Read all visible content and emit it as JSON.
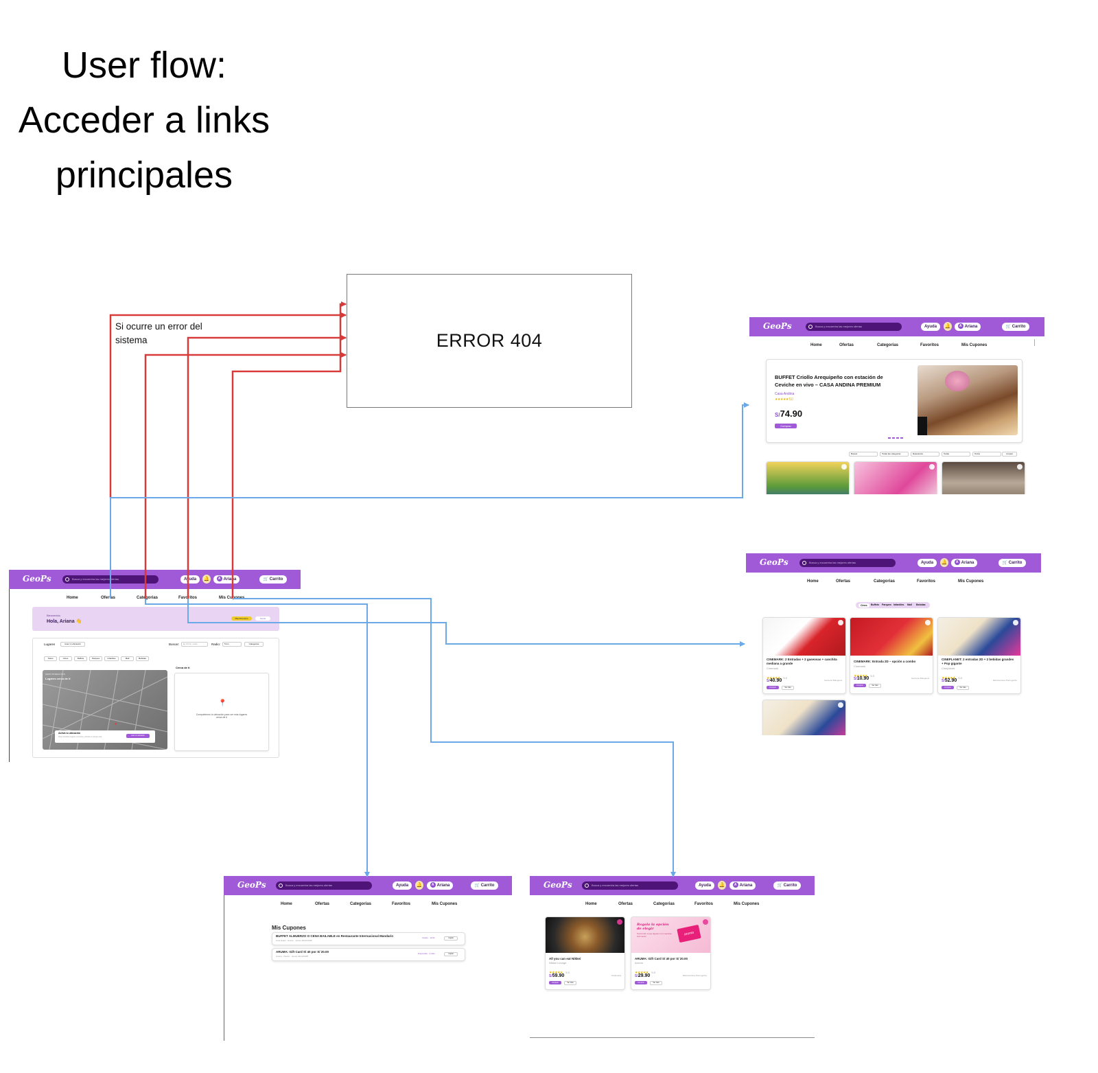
{
  "title": {
    "lines": [
      "User flow:",
      "Acceder a links",
      "principales"
    ]
  },
  "error_box": {
    "label": "ERROR 404"
  },
  "error_note": {
    "text": "Si ocurre un error del sistema"
  },
  "colors": {
    "brand": "#a05ad8",
    "brand_dark": "#4e1478",
    "error_arrow": "#d83a3a",
    "flow_arrow": "#6aa8e8"
  },
  "app": {
    "logo": "GeoPs",
    "search_placeholder": "Busca y encuentra las mejores ofertas",
    "help": "Ayuda",
    "user": "Ariana",
    "user_initial": "A",
    "cart": "Carrito",
    "nav": [
      "Home",
      "Ofertas",
      "Categorias",
      "Favoritos",
      "Mis Cupones"
    ]
  },
  "home": {
    "welcome": "Bienvenido",
    "greeting": "Hola, Ariana 👋",
    "badge": "Plan Premium",
    "logout": "Cerrar",
    "places_label": "Lugares",
    "use_location": "Usar mi ubicación",
    "search_label": "Buscar:",
    "search_ph": "Ej: Pizza, sushi...",
    "radius_label": "Radio:",
    "radius_value": "5 km",
    "categories_btn": "Categorías",
    "filters": [
      "Todos",
      "Cines",
      "Buffets",
      "Parques",
      "Infantiles",
      "Mall",
      "Bebidas"
    ],
    "map_tag": "MAPA INTERACTIVO",
    "map_title": "Lugares cerca de ti",
    "near_title": "Cerca de ti",
    "activate_title": "Activa tu ubicación",
    "activate_text": "Para mostrarte lugares cercanos y ofertas en tiempo real",
    "activate_btn": "Usar mi ubicación",
    "near_text": "Compártenos tu ubicación para ver más lugares cerca de ti"
  },
  "offers": {
    "hero_title": "BUFFET Criollo Arequipeño con estación de Ceviche en vivo – CASA ANDINA PREMIUM",
    "hero_place": "Casa Andina",
    "hero_rating": "★★★★★ 5.0",
    "hero_currency": "S/",
    "hero_price": "74.90",
    "hero_btn": "Comprar",
    "filters": [
      "Buscar",
      "Todas las categorías",
      "Relevancia",
      "Todas",
      "Todos",
      "Limpiar"
    ]
  },
  "categories": {
    "tabs": [
      "Cines",
      "Buffets",
      "Parques",
      "Infantiles",
      "Mall",
      "Bebidas"
    ],
    "products": [
      {
        "title": "CINEMARK: 2 Entradas + 2 gaseosas + canchita mediana a grande",
        "store": "Cinemark",
        "rating": "5.0",
        "price": "40.90",
        "loc": "Cerca de Bolognesi"
      },
      {
        "title": "CINEMARK: Entrada 2D – opción a combo",
        "store": "Cinemark",
        "rating": "5.0",
        "price": "10.90",
        "loc": "Cerca de Bolognesi"
      },
      {
        "title": "CINEPLANET: 2 entradas 2D + 2 bebidas grandes + Pop gigante",
        "store": "Cineplanet",
        "rating": "5.0",
        "price": "52.90",
        "loc": "Mall Aventura Porongoche"
      }
    ],
    "buy": "Comprar",
    "view": "Ver más"
  },
  "coupons": {
    "title": "Mis Cupones",
    "items": [
      {
        "title": "BUFFET ALMUERZO O CENA BAILABLE en Restaurante Internacional Mandarin",
        "sub": "Cusi Huasi · Nuevo · Vence 30/12/2025",
        "status": "Usado · 12/11",
        "btn": "Copiar"
      },
      {
        "title": "ARUMA: Gift Card S/ 40 por S/ 20.00",
        "sub": "Aruma · Nuevo · Vence 31/12/2025",
        "status": "Disponible · 3 días",
        "btn": "Copiar"
      }
    ]
  },
  "favorites": {
    "products": [
      {
        "title": "All you can eat Nikkei",
        "store": "Nikkei Lounge",
        "rating": "5.0",
        "currency": "S/",
        "price": "59.90",
        "loc": "Yanahuara"
      },
      {
        "title": "ARUMA: Gift Card S/ 40 por S/ 20.00",
        "store": "Aruma",
        "rating": "5.0",
        "currency": "S/",
        "price": "29.90",
        "loc": "Mall Aventura Porongoche"
      }
    ],
    "gift_text": "Regala la opción de elegir",
    "gift_sub": "Sorprende a ese alguien con nuestras Gift Cards",
    "gift_brand": "aruma",
    "buy": "Comprar",
    "view": "Ver más"
  }
}
